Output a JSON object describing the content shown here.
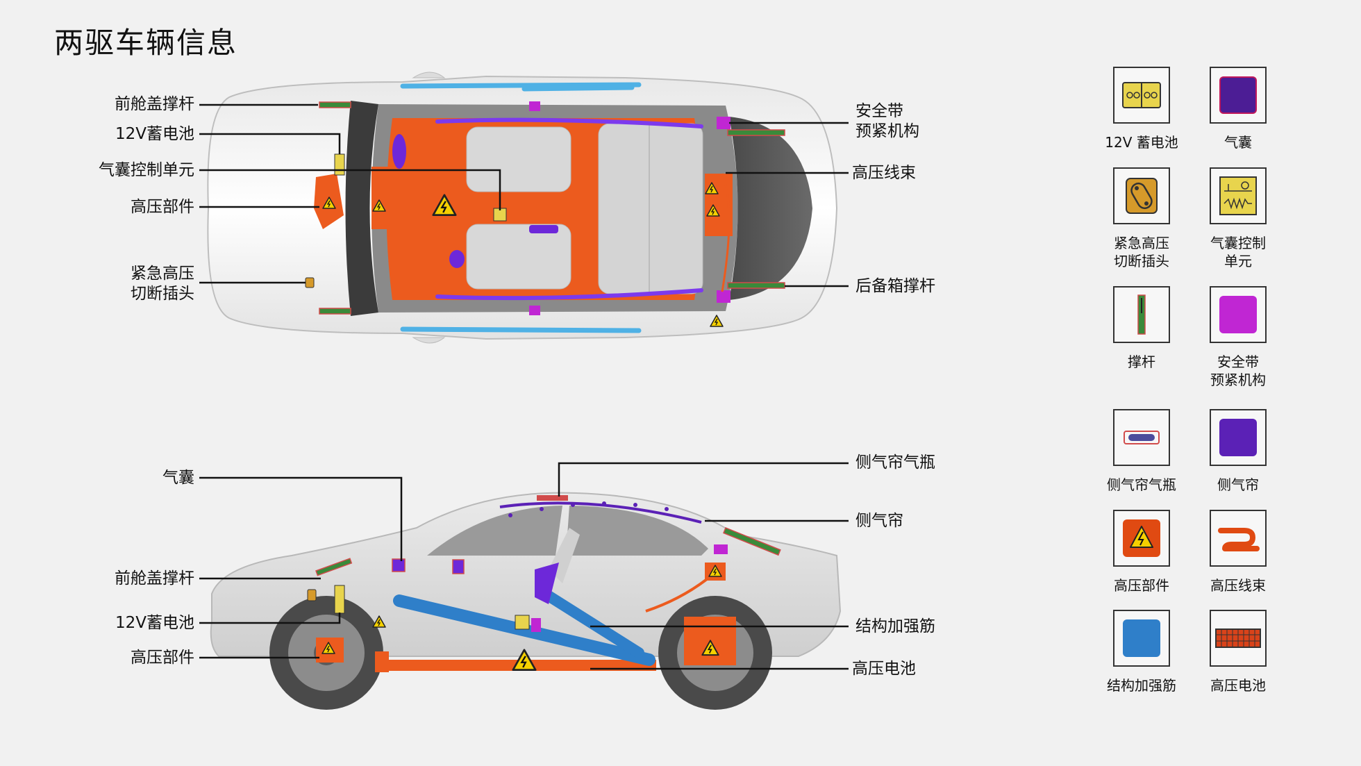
{
  "page": {
    "title": "两驱车辆信息"
  },
  "top_view": {
    "callouts_left": [
      {
        "key": "bonnet-strut",
        "text": "前舱盖撑杆"
      },
      {
        "key": "battery-12v",
        "text": "12V蓄电池"
      },
      {
        "key": "airbag-control",
        "text": "气囊控制单元"
      },
      {
        "key": "hv-component",
        "text": "高压部件"
      },
      {
        "key": "emergency-cutoff",
        "text": "紧急高压\n切断插头"
      }
    ],
    "callouts_right": [
      {
        "key": "seatbelt-pretensioner",
        "text": "安全带\n预紧机构"
      },
      {
        "key": "hv-harness",
        "text": "高压线束"
      },
      {
        "key": "tailgate-strut",
        "text": "后备箱撑杆"
      }
    ]
  },
  "side_view": {
    "callouts_left": [
      {
        "key": "airbag",
        "text": "气囊"
      },
      {
        "key": "bonnet-strut",
        "text": "前舱盖撑杆"
      },
      {
        "key": "battery-12v",
        "text": "12V蓄电池"
      },
      {
        "key": "hv-component",
        "text": "高压部件"
      }
    ],
    "callouts_right": [
      {
        "key": "curtain-inflator",
        "text": "侧气帘气瓶"
      },
      {
        "key": "curtain-airbag",
        "text": "侧气帘"
      },
      {
        "key": "reinforcement",
        "text": "结构加强筋"
      },
      {
        "key": "hv-battery",
        "text": "高压电池"
      }
    ]
  },
  "legend": [
    {
      "icon": "battery-12v-icon",
      "label": "12V 蓄电池"
    },
    {
      "icon": "airbag-icon",
      "label": "气囊"
    },
    {
      "icon": "emergency-cutoff-icon",
      "label": "紧急高压\n切断插头"
    },
    {
      "icon": "airbag-control-icon",
      "label": "气囊控制\n单元"
    },
    {
      "icon": "strut-icon",
      "label": "撑杆"
    },
    {
      "icon": "seatbelt-pretensioner-icon",
      "label": "安全带\n预紧机构"
    },
    {
      "icon": "curtain-inflator-icon",
      "label": "侧气帘气瓶"
    },
    {
      "icon": "curtain-airbag-icon",
      "label": "侧气帘"
    },
    {
      "icon": "hv-component-icon",
      "label": "高压部件"
    },
    {
      "icon": "hv-harness-icon",
      "label": "高压线束"
    },
    {
      "icon": "reinforcement-icon",
      "label": "结构加强筋"
    },
    {
      "icon": "hv-battery-icon",
      "label": "高压电池"
    }
  ],
  "colors": {
    "hv_orange": "#ec5b1e",
    "airbag_purple": "#5b21b6",
    "seatbelt_magenta": "#c026d3",
    "strut_green": "#3a8a3a",
    "reinforcement_blue": "#2f7fc9",
    "battery_yellow": "#e8d44d",
    "cutoff_amber": "#d69a2a"
  }
}
